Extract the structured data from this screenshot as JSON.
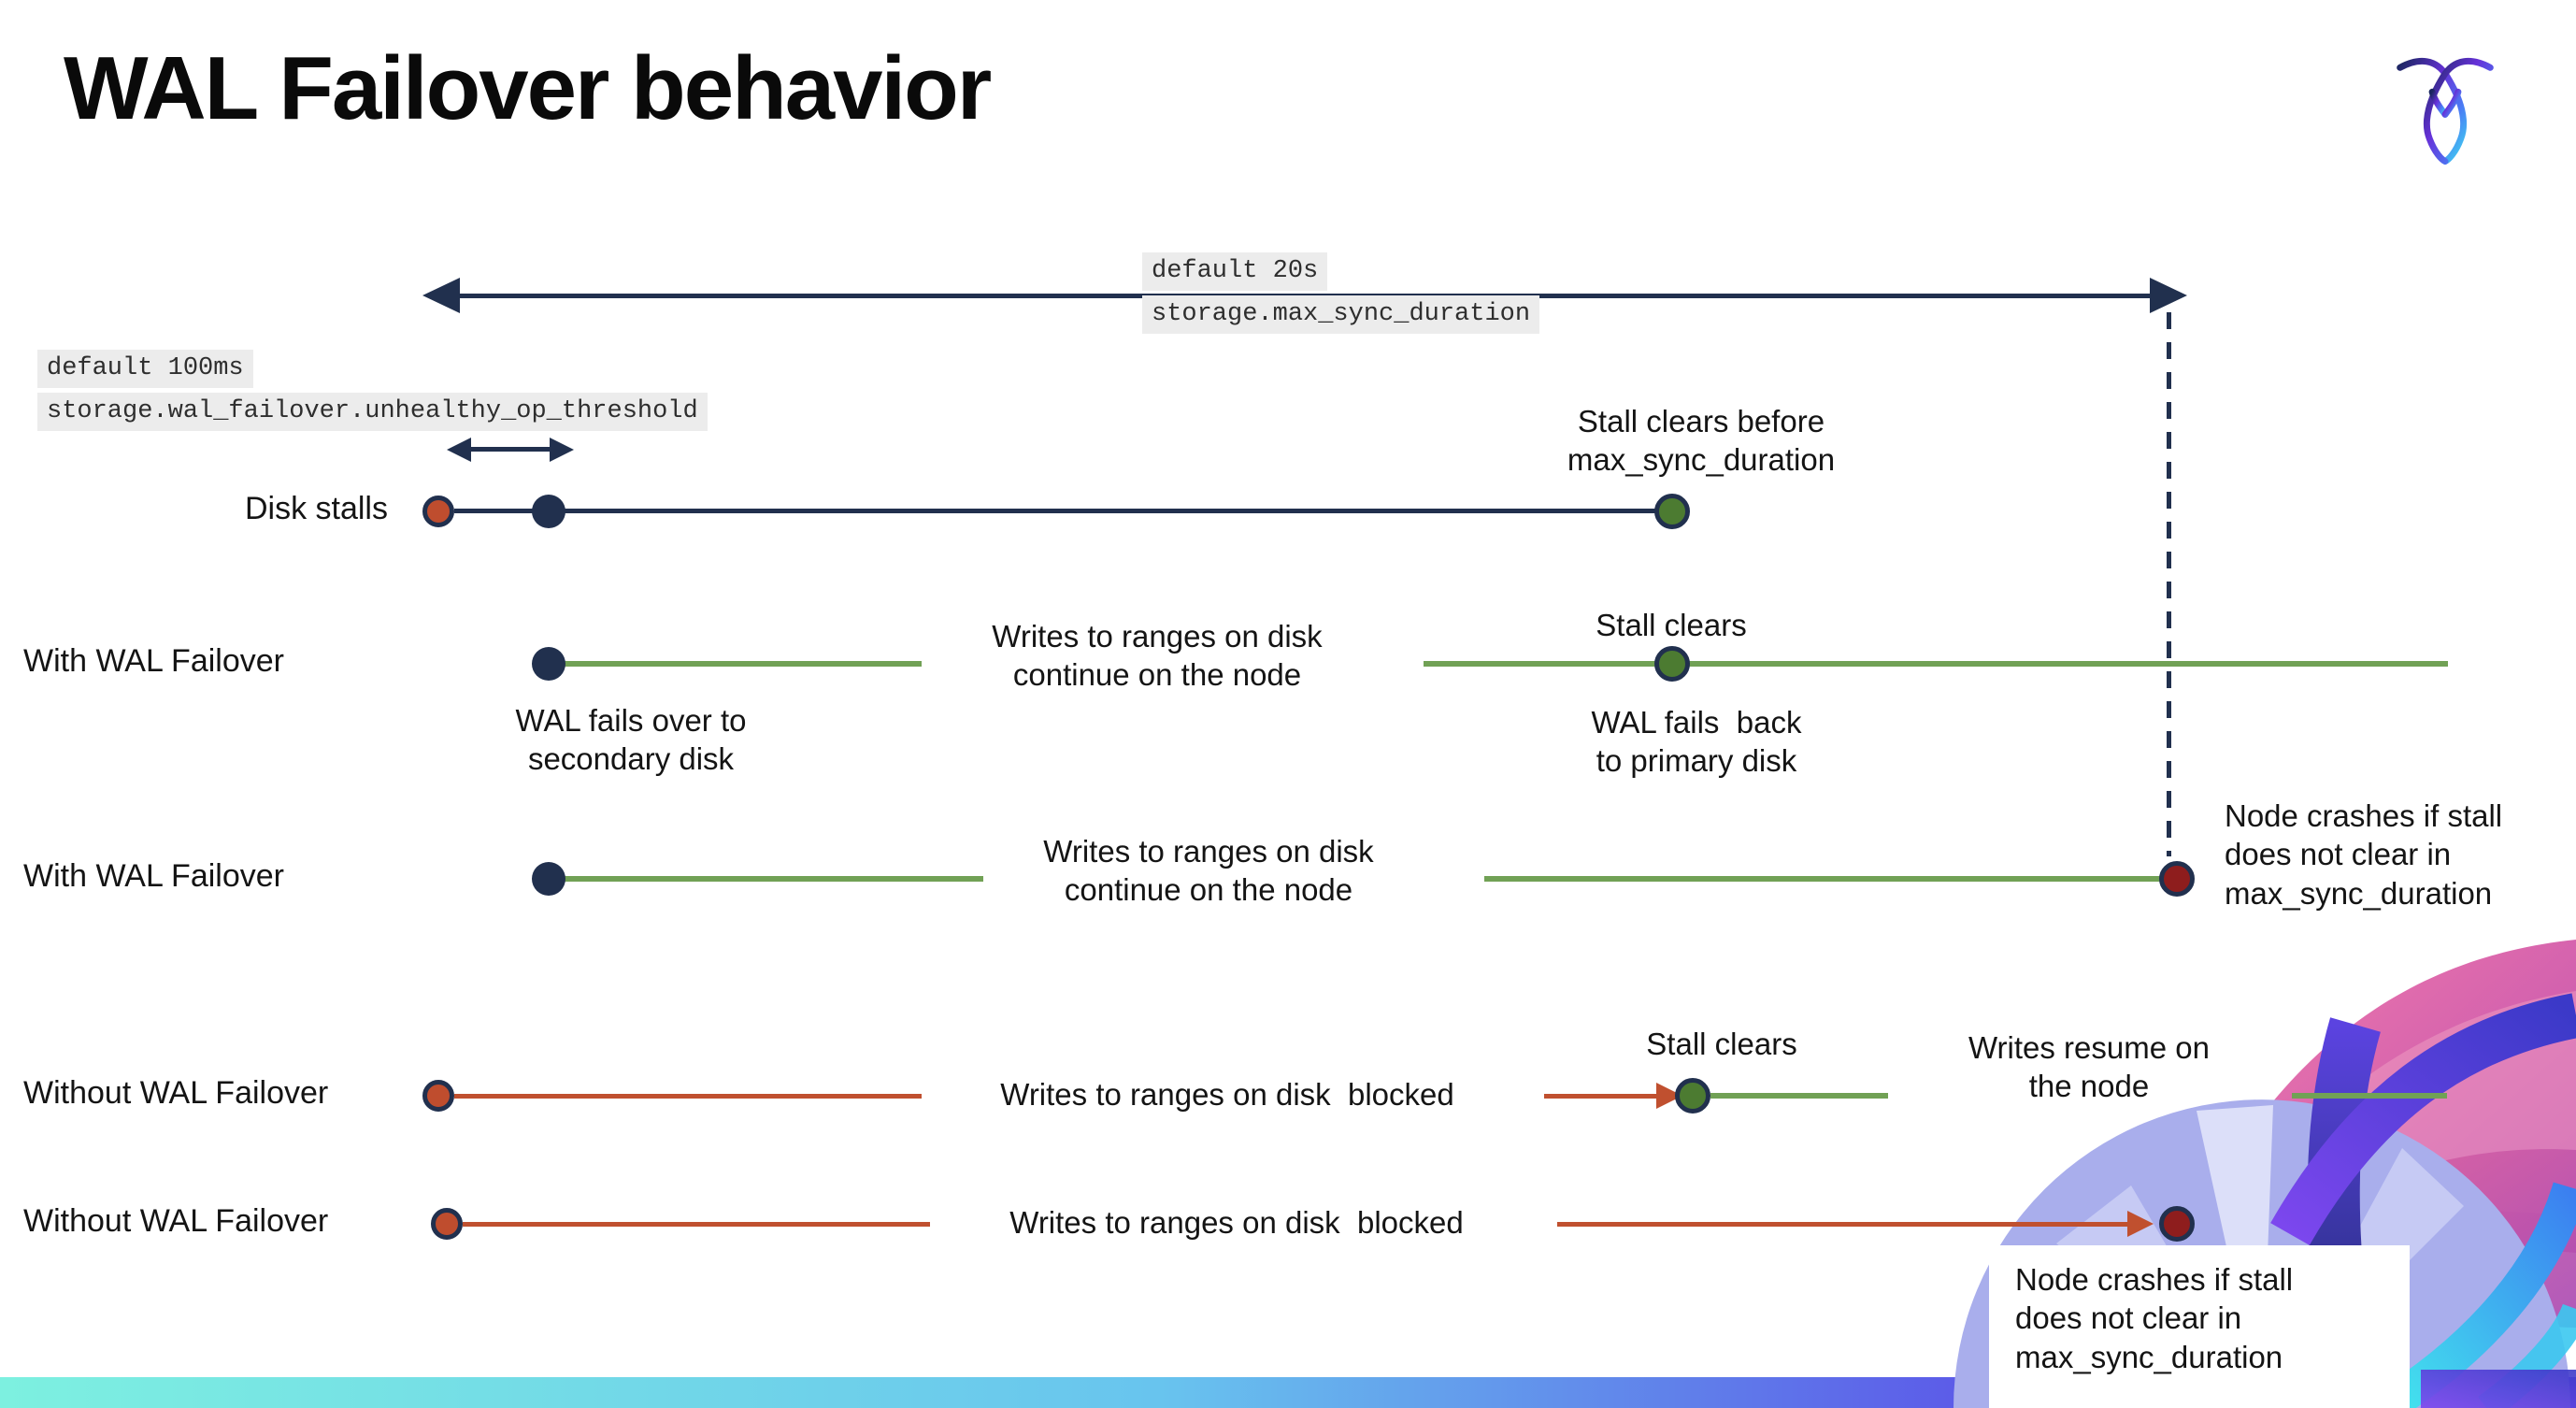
{
  "slide": {
    "title": "WAL Failover behavior"
  },
  "settings": {
    "max_sync": {
      "default_label": "default 20s",
      "setting_name": "storage.max_sync_duration"
    },
    "unhealthy_op": {
      "default_label": "default 100ms",
      "setting_name": "storage.wal_failover.unhealthy_op_threshold"
    }
  },
  "rows": [
    {
      "label": "Disk stalls",
      "stall_clear_note": "Stall clears before\nmax_sync_duration"
    },
    {
      "label": "With WAL Failover",
      "failover_note": "WAL fails over to\nsecondary disk",
      "writes_note": "Writes to ranges on disk\ncontinue on the node",
      "stall_note": "Stall clears",
      "failback_note": "WAL fails  back\nto primary disk"
    },
    {
      "label": "With WAL Failover",
      "writes_note": "Writes to ranges on disk\ncontinue on the node",
      "crash_note": "Node crashes if stall\ndoes not clear in\nmax_sync_duration"
    },
    {
      "label": "Without WAL Failover",
      "writes_note": "Writes to ranges on disk  blocked",
      "stall_note": "Stall clears",
      "resume_note": "Writes resume on\nthe node"
    },
    {
      "label": "Without WAL Failover",
      "writes_note": "Writes to ranges on disk  blocked",
      "crash_note": "Node crashes if stall\ndoes not clear in\nmax_sync_duration"
    }
  ],
  "colors": {
    "navy": "#21304e",
    "line_green": "#71a155",
    "dot_green": "#4c7b31",
    "line_red": "#c0502f",
    "dot_red": "#bf4d2e",
    "dot_dark_red": "#8e1d1d",
    "label_bg": "#ececec"
  }
}
